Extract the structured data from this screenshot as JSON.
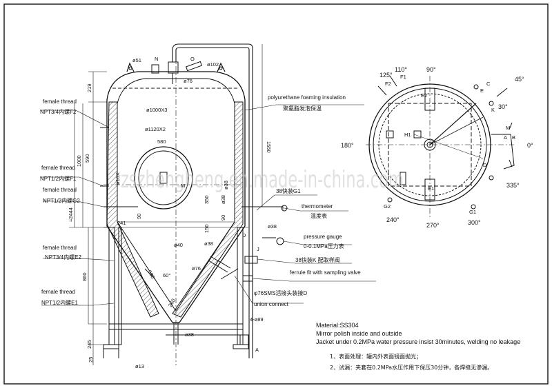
{
  "watermark": "zszhengheng.en.made-in-china.com",
  "left_callouts": [
    {
      "en": "female thread",
      "spec": "NPT3/4内螺F2"
    },
    {
      "en": "female thread",
      "spec": "NPT1/2内螺F1"
    },
    {
      "en": "female thread",
      "spec": "NPT1/2内螺G2"
    },
    {
      "en": "female thread",
      "spec": "NPT3/4内螺E2"
    },
    {
      "en": "female thread",
      "spec": "NPT1/2内螺E1"
    }
  ],
  "right_callouts": {
    "insulation_en": "polyurethane foaming insulation",
    "insulation_cn": "聚氨脂发泡保温",
    "g1": "38快装G1",
    "thermometer_en": "thermometer",
    "thermometer_cn": "温度表",
    "gauge_en": "pressure gauge",
    "gauge_cn": "0-0.1MPa压力表",
    "sampling_cn": "38快装K 配取样阀",
    "sampling_en": "ferrule fit with sampling valve",
    "union_cn": "φ76SMS活接头装接D",
    "union_en": "union connect"
  },
  "dimensions": {
    "d51": "ø51",
    "N": "N",
    "O": "O",
    "d102": "ø102",
    "d76_top": "ø76",
    "d1000x3": "ø1000X3",
    "d1120x2": "ø1120X2",
    "w580": "580",
    "d16x": "ø16X",
    "d38_manway": "ø38",
    "M": "M",
    "d38_right": "ø38",
    "h350": "350",
    "h90_right": "90",
    "h90_left": "90",
    "h241": "241",
    "h150": "150",
    "d38_k": "ø38",
    "d40": "ø40",
    "d76_bottom": "ø76",
    "h530": "530",
    "a60": "60°",
    "h260": "260",
    "d38_bottom": "ø38",
    "h4_89": "4-ø89",
    "d13": "ø13",
    "A": "A",
    "v219": "219",
    "v1000": "1000",
    "v590": "590",
    "v1550": "1550",
    "v2444": "≈2444",
    "v860": "860",
    "v245": "245",
    "v25": "25",
    "D": "D",
    "J": "J"
  },
  "plan_view": {
    "angles": [
      "90°",
      "110°",
      "125°",
      "45°",
      "30°",
      "0°",
      "180°",
      "240°",
      "270°",
      "300°",
      "335°"
    ],
    "labels": [
      "F1",
      "F2",
      "E2",
      "H1",
      "A",
      "B",
      "C",
      "E",
      "K",
      "M",
      "G2",
      "G1",
      "D",
      "E1"
    ]
  },
  "notes": {
    "material": "Material:SS304",
    "polish": "Mirror polish inside and outside",
    "jacket": "Jacket under 0.2MPa water pressure insist 30minutes, welding no leakage",
    "cn1": "1、表面处理：罐内外表面镜面抛光；",
    "cn2": "2、试漏：夹套在0.2MPa水压作用下保压30分钟，各焊缝无渗漏。"
  }
}
